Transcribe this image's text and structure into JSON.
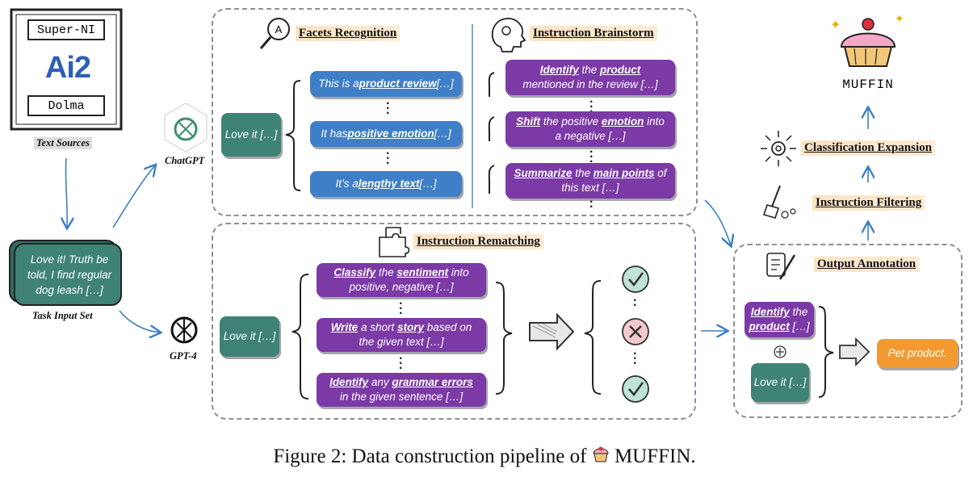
{
  "sources": {
    "super_ni": "Super-NI",
    "ai2": "Ai2",
    "dolma": "Dolma",
    "label": "Text Sources"
  },
  "task_input": {
    "text": "Love it! Truth be told, I find regular dog leash […]",
    "label": "Task Input Set"
  },
  "models": {
    "chatgpt": "ChatGPT",
    "gpt4": "GPT-4"
  },
  "facets": {
    "header": "Facets Recognition",
    "input": "Love it […]",
    "items": [
      {
        "pre": "This is a ",
        "bold": "product review",
        "post": " […]"
      },
      {
        "pre": "It has ",
        "bold": "positive emotion",
        "post": " […]"
      },
      {
        "pre": "It’s a ",
        "bold": "lengthy text",
        "post": " […]"
      }
    ]
  },
  "brainstorm": {
    "header": "Instruction Brainstorm",
    "items": [
      {
        "line1a": "Identify",
        "line1b": " the ",
        "line1c": "product",
        "line2": "mentioned in the review […]"
      },
      {
        "line1a": "Shift",
        "line1b": " the positive ",
        "line1c": "emotion",
        "line1d": " into",
        "line2": "a negative […]"
      },
      {
        "line1a": "Summarize",
        "line1b": " the ",
        "line1c": "main points",
        "line1d": " of",
        "line2": "this text […]"
      }
    ]
  },
  "rematching": {
    "header": "Instruction Rematching",
    "input": "Love it […]",
    "items": [
      {
        "a": "Classify",
        "b": " the ",
        "c": "sentiment",
        "d": " into",
        "line2": "positive, negative […]"
      },
      {
        "a": "Write",
        "b": " a short ",
        "c": "story",
        "d": " based on",
        "line2": "the given text […]"
      },
      {
        "a": "Identify",
        "b": " any ",
        "c": "grammar errors",
        "d": "",
        "line2": "in the given sentence […]"
      }
    ]
  },
  "annotation": {
    "header": "Output Annotation",
    "instr_a": "Identify",
    "instr_b": " the",
    "instr_c": "product",
    "instr_d": " […]",
    "input": "Love it […]",
    "output": "Pet product."
  },
  "filtering": {
    "header": "Instruction Filtering"
  },
  "expansion": {
    "header": "Classification Expansion"
  },
  "muffin": {
    "label": "MUFFIN"
  },
  "caption": {
    "prefix": "Figure 2: Data construction pipeline of",
    "name": "MUFFIN."
  },
  "colors": {
    "blue": "#3f7fc8",
    "purple": "#7b3aa6",
    "teal": "#3f8377",
    "orange": "#f29a30",
    "arrow": "#3b7fc4"
  }
}
